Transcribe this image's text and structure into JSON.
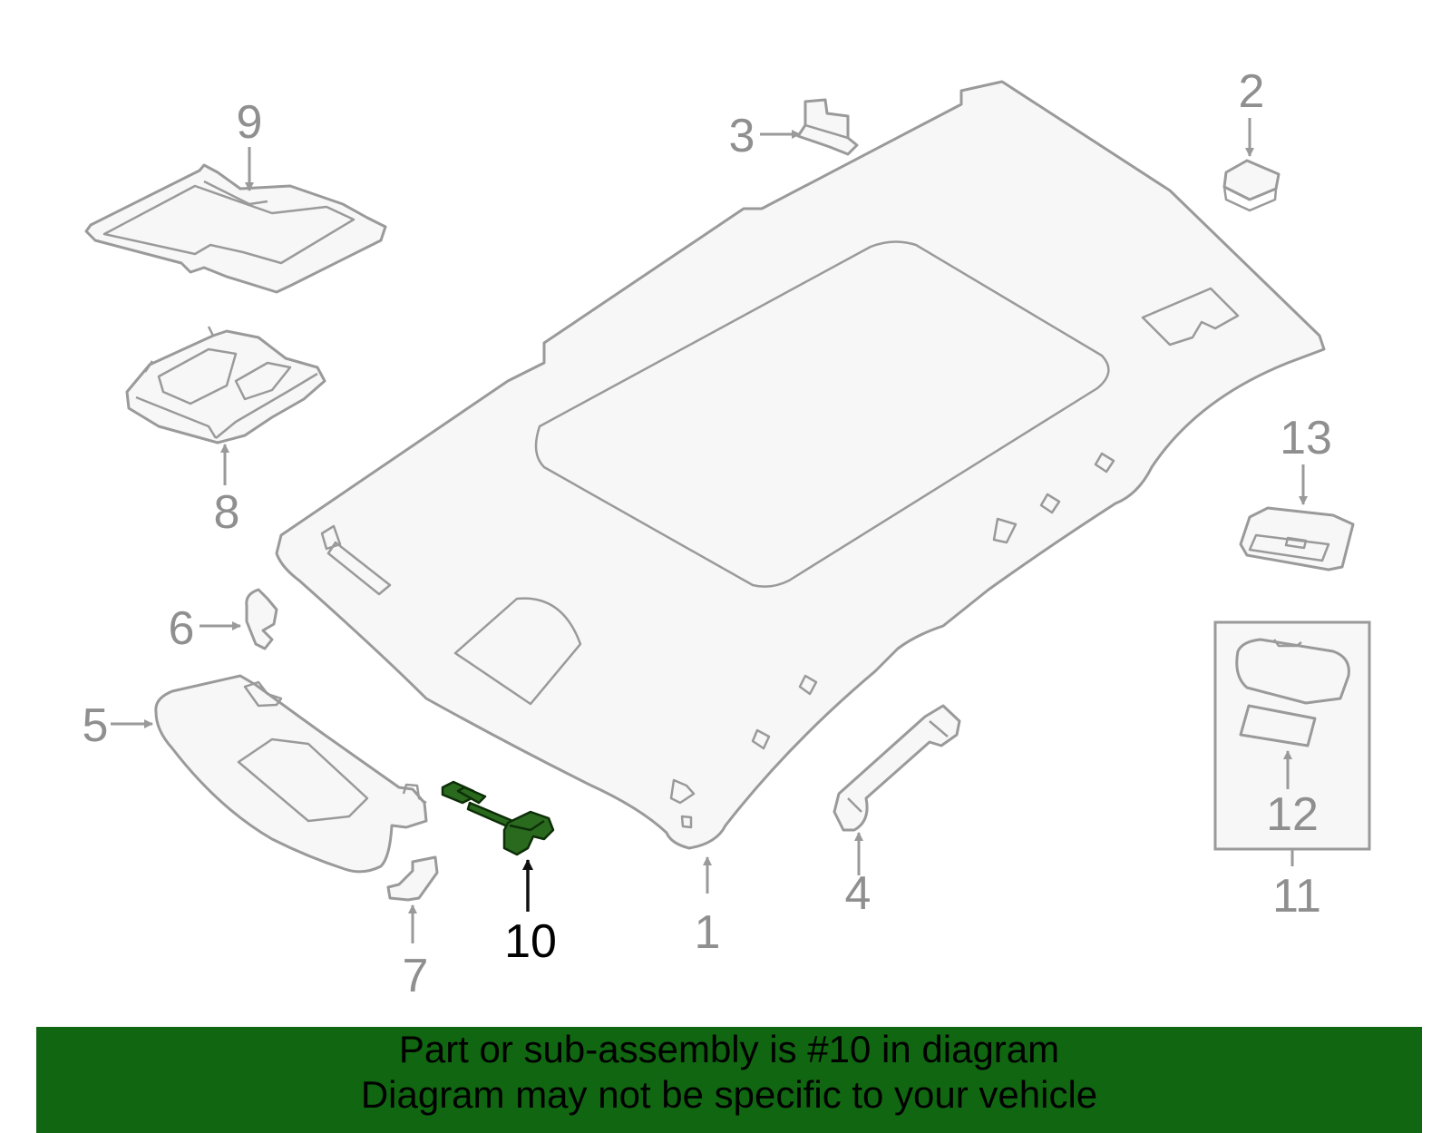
{
  "colors": {
    "highlight_part": "#2a6a1e",
    "banner_bg": "#116611",
    "part_stroke": "#9a9a9a",
    "callout_text": "#8f8f8f",
    "highlight_text": "#000000"
  },
  "callouts": {
    "c1": "1",
    "c2": "2",
    "c3": "3",
    "c4": "4",
    "c5": "5",
    "c6": "6",
    "c7": "7",
    "c8": "8",
    "c9": "9",
    "c10": "10",
    "c11": "11",
    "c12": "12",
    "c13": "13"
  },
  "highlighted_part": "10",
  "banner": {
    "line1": "Part or sub-assembly is #10 in diagram",
    "line2": "Diagram may not be specific to your vehicle"
  }
}
